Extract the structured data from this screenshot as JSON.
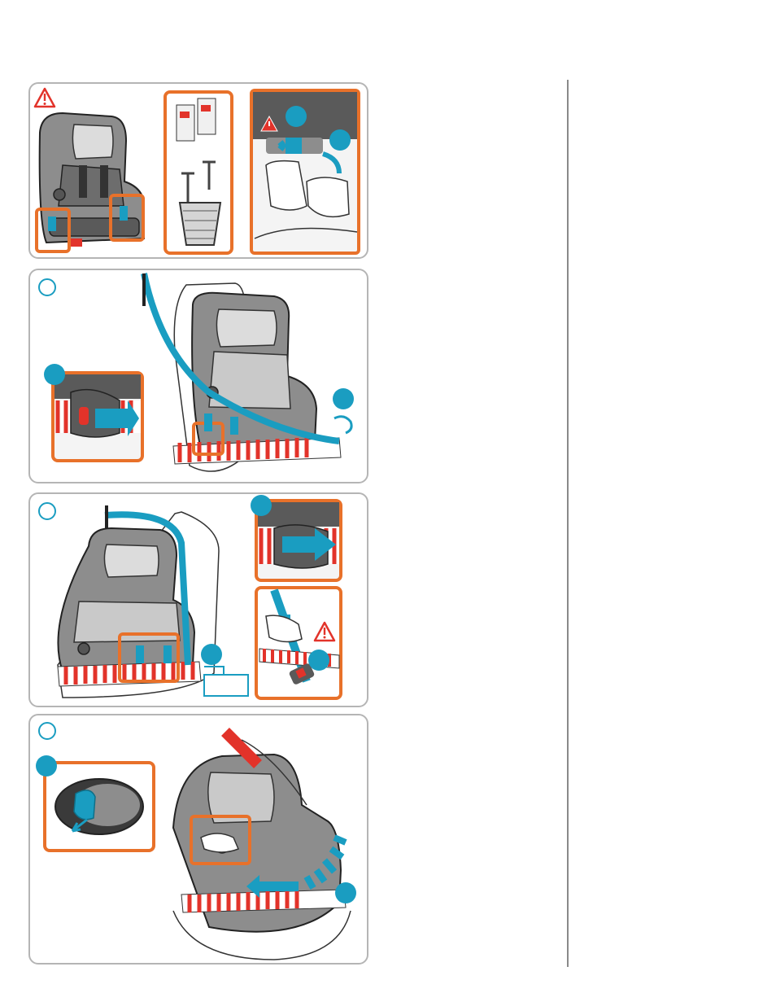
{
  "colors": {
    "accent_blue": "#1a9dc1",
    "highlight_orange": "#e8712a",
    "warning_red": "#e2332a",
    "seat_dark": "#5a5a5a",
    "seat_mid": "#8d8d8d",
    "seat_light": "#c9c9c9",
    "panel_border": "#b5b5b5"
  },
  "icons": {
    "warning": "warning-triangle-icon",
    "step": "step-circle-icon",
    "detail": "detail-dot-icon"
  },
  "panels": [
    {
      "id": "warning-panel"
    },
    {
      "id": "step-1-panel"
    },
    {
      "id": "step-2-panel"
    },
    {
      "id": "step-3-panel"
    }
  ]
}
